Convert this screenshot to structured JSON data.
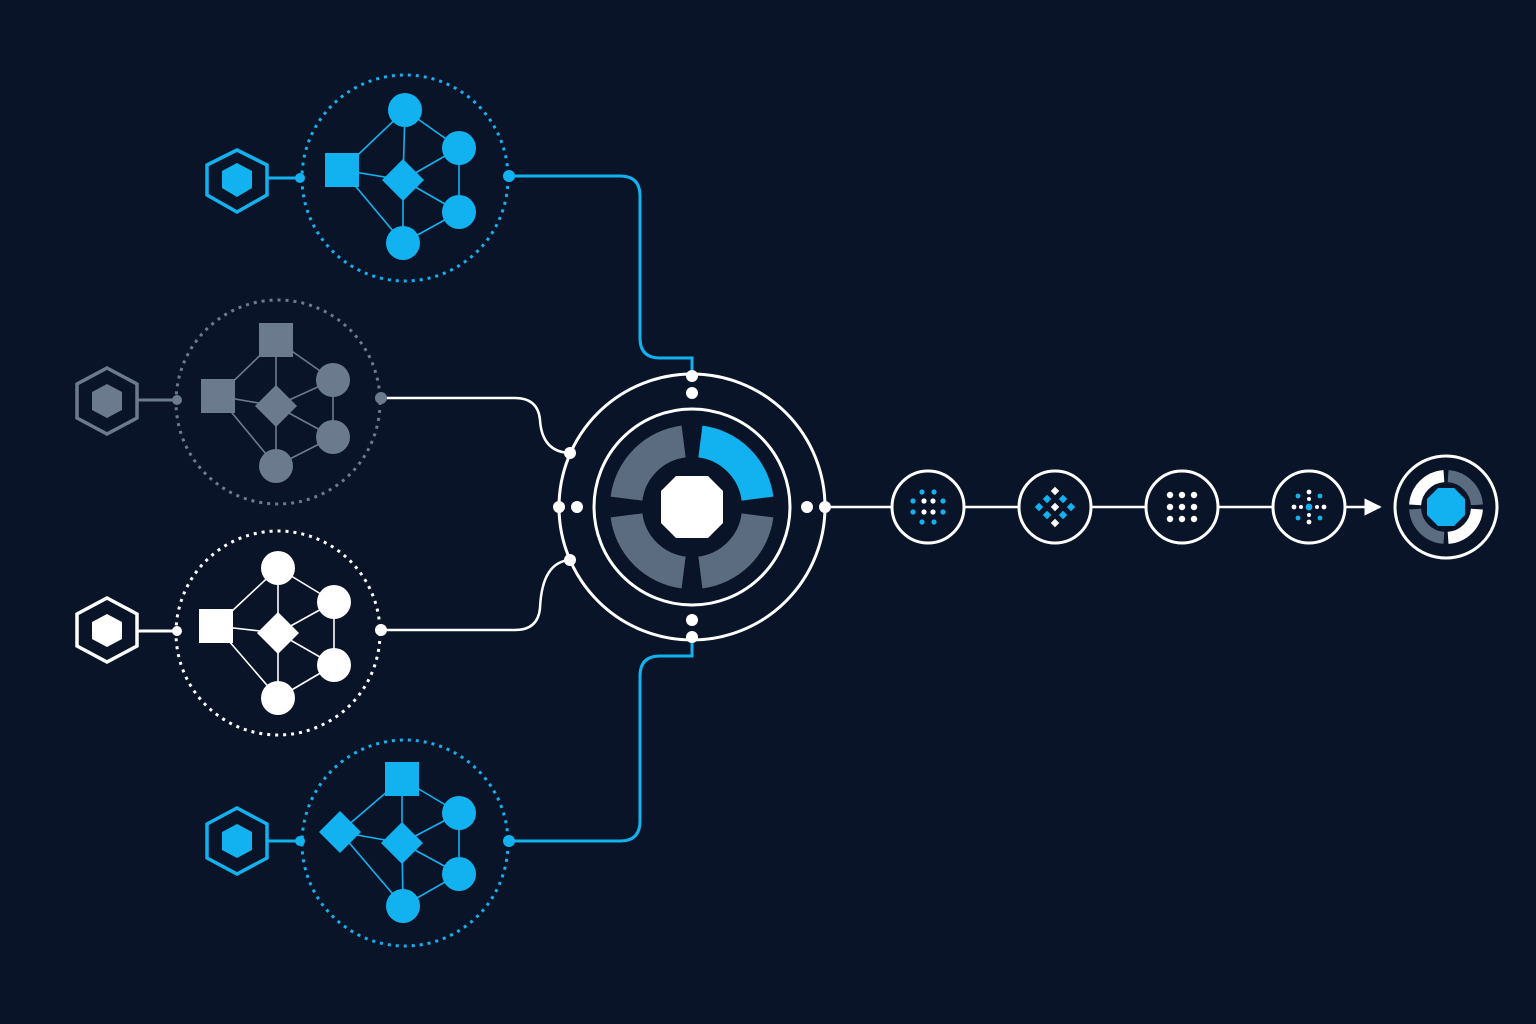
{
  "colors": {
    "background": "#0a1428",
    "blue": "#12b2f0",
    "gray": "#6c7a8e",
    "white": "#ffffff",
    "hub_segment": "#5b6b80"
  },
  "input_clusters": [
    {
      "id": "cluster-1",
      "color": "blue",
      "hex_icon": "hexagon-icon",
      "nodes": [
        "circle",
        "square",
        "diamond",
        "circle",
        "circle",
        "circle"
      ]
    },
    {
      "id": "cluster-2",
      "color": "gray",
      "hex_icon": "hexagon-icon",
      "nodes": [
        "square",
        "square",
        "diamond",
        "circle",
        "circle",
        "circle"
      ]
    },
    {
      "id": "cluster-3",
      "color": "white",
      "hex_icon": "hexagon-icon",
      "nodes": [
        "circle",
        "square",
        "diamond",
        "circle",
        "circle",
        "circle"
      ]
    },
    {
      "id": "cluster-4",
      "color": "blue",
      "hex_icon": "hexagon-icon",
      "nodes": [
        "square",
        "diamond",
        "diamond",
        "circle",
        "circle",
        "circle"
      ]
    }
  ],
  "central_hub": {
    "icon": "octagon-core-icon",
    "segments": [
      "blue",
      "gray",
      "gray",
      "gray"
    ]
  },
  "pipeline_stages": [
    {
      "icon": "dot-grid-mixed-icon"
    },
    {
      "icon": "diamond-dot-grid-icon"
    },
    {
      "icon": "dot-grid-white-icon"
    },
    {
      "icon": "radial-dots-icon"
    }
  ],
  "output_node": {
    "icon": "octagon-output-icon"
  }
}
